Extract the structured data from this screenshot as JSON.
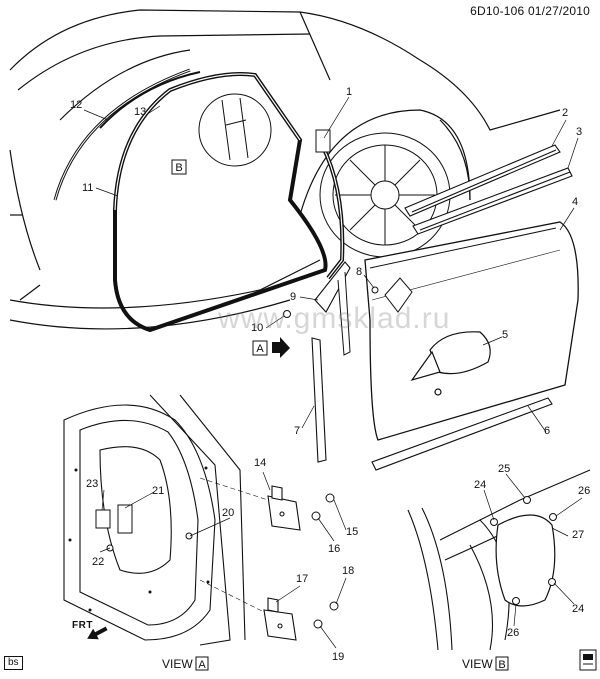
{
  "header": {
    "ref": "6D10-106",
    "date": "01/27/2010"
  },
  "watermark": "www.gmsklad.ru",
  "corner_tag": "bs",
  "front_label": "FRT",
  "view_a": {
    "word": "VIEW",
    "letter": "A"
  },
  "view_b": {
    "word": "VIEW",
    "letter": "B"
  },
  "callout_a": "A",
  "callout_b": "B",
  "parts": [
    "1",
    "2",
    "3",
    "4",
    "5",
    "6",
    "7",
    "8",
    "9",
    "10",
    "11",
    "12",
    "13",
    "14",
    "15",
    "16",
    "17",
    "18",
    "19",
    "20",
    "21",
    "22",
    "23",
    "24",
    "25",
    "26",
    "27"
  ],
  "extra_labels": {
    "p24b": "24",
    "p26b": "26"
  }
}
